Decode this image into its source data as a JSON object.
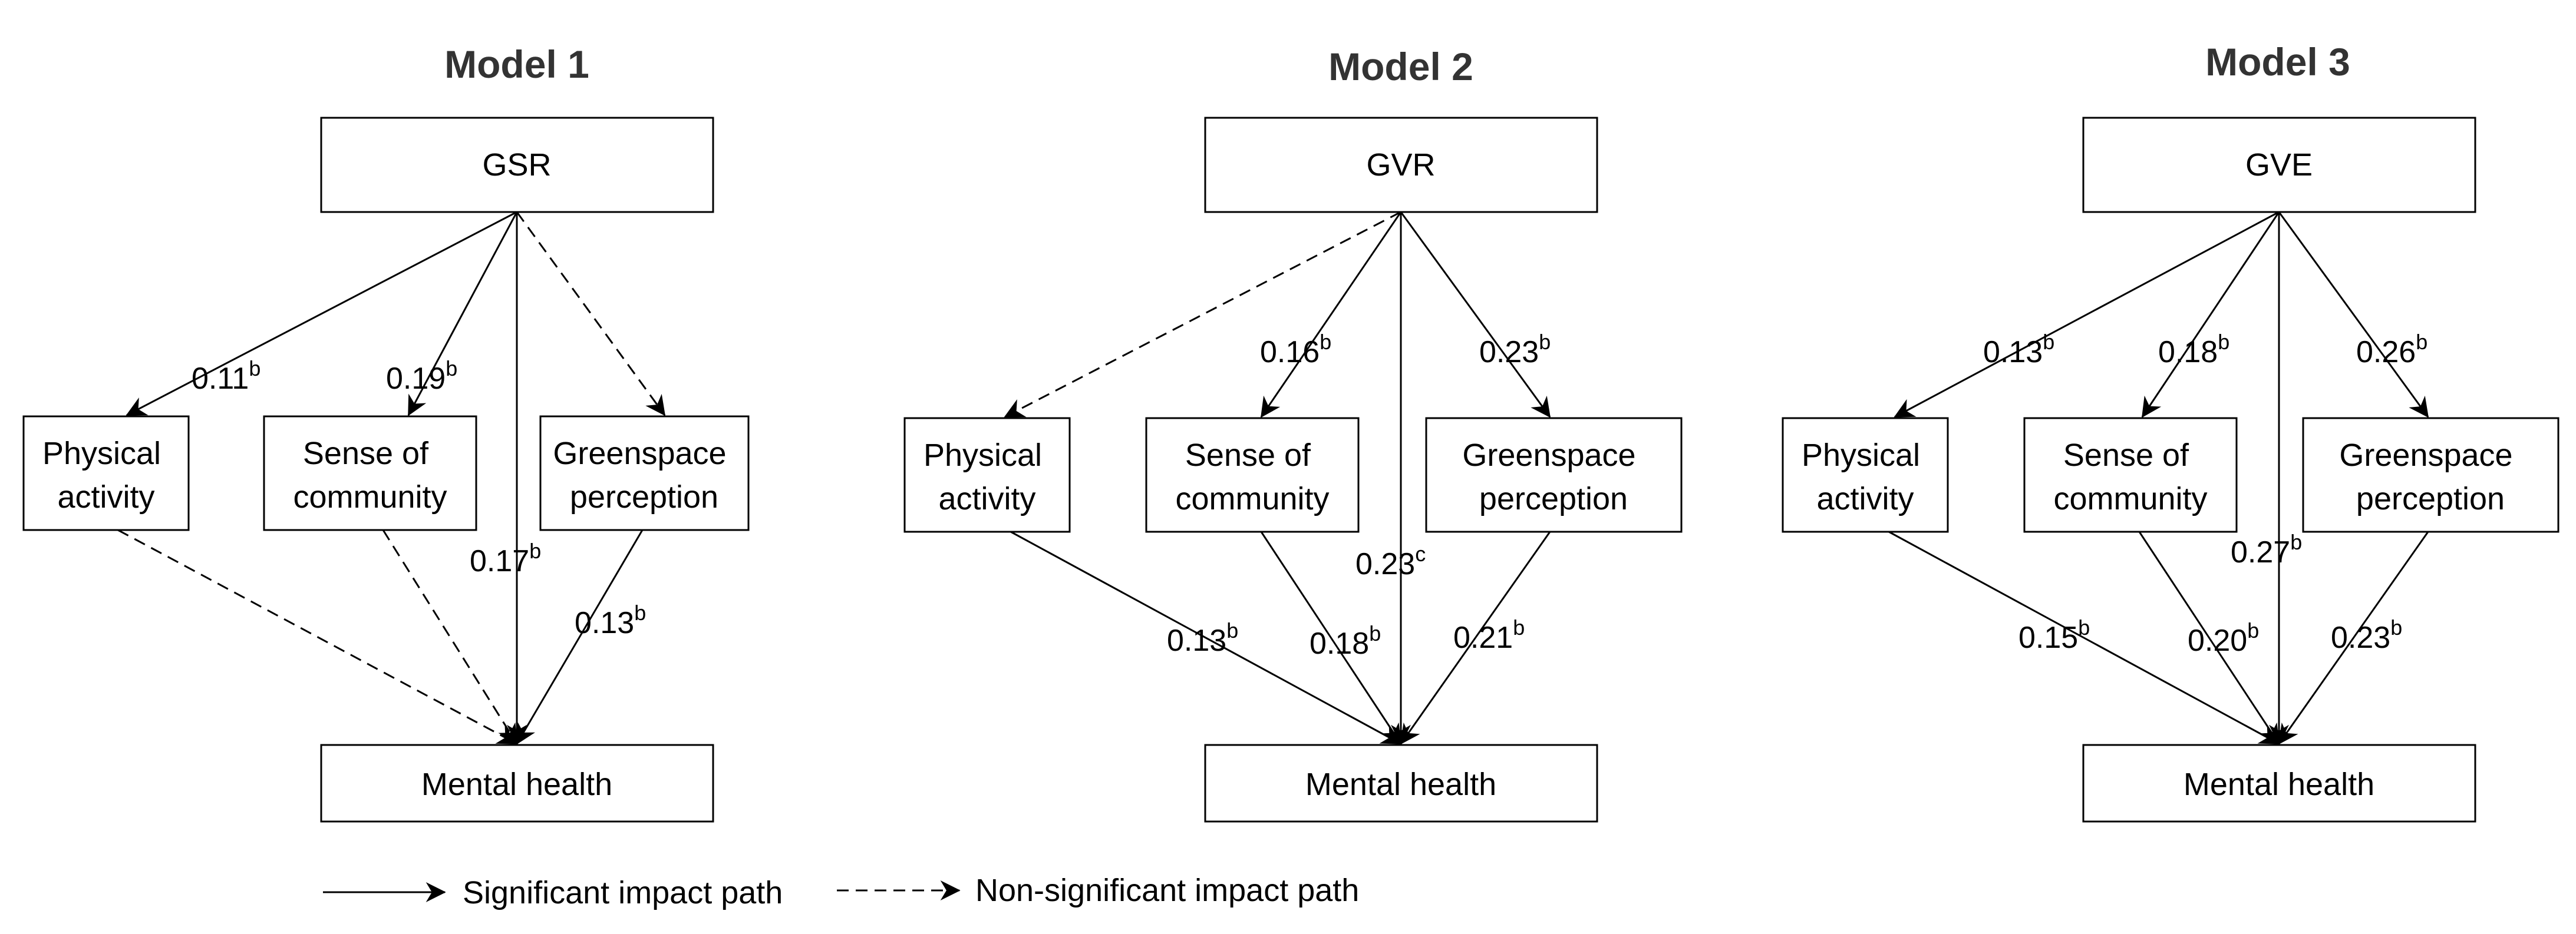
{
  "models": [
    {
      "title": "Model 1",
      "exposure": "GSR",
      "mediators": [
        {
          "line1": "Physical",
          "line2": "activity"
        },
        {
          "line1": "Sense of",
          "line2": "community"
        },
        {
          "line1": "Greenspace",
          "line2": "perception"
        }
      ],
      "outcome": "Mental health",
      "paths": {
        "exp_m1": {
          "value": "0.11",
          "sup": "b",
          "significant": true
        },
        "exp_m2": {
          "value": "0.19",
          "sup": "b",
          "significant": true
        },
        "exp_m3": {
          "value": "",
          "sup": "",
          "significant": false
        },
        "exp_out": {
          "value": "0.17",
          "sup": "b",
          "significant": true
        },
        "m1_out": {
          "value": "",
          "sup": "",
          "significant": false
        },
        "m2_out": {
          "value": "",
          "sup": "",
          "significant": false
        },
        "m3_out": {
          "value": "0.13",
          "sup": "b",
          "significant": true
        }
      }
    },
    {
      "title": "Model 2",
      "exposure": "GVR",
      "mediators": [
        {
          "line1": "Physical",
          "line2": "activity"
        },
        {
          "line1": "Sense of",
          "line2": "community"
        },
        {
          "line1": "Greenspace",
          "line2": "perception"
        }
      ],
      "outcome": "Mental health",
      "paths": {
        "exp_m1": {
          "value": "",
          "sup": "",
          "significant": false
        },
        "exp_m2": {
          "value": "0.16",
          "sup": "b",
          "significant": true
        },
        "exp_m3": {
          "value": "0.23",
          "sup": "b",
          "significant": true
        },
        "exp_out": {
          "value": "0.23",
          "sup": "c",
          "significant": true
        },
        "m1_out": {
          "value": "0.13",
          "sup": "b",
          "significant": true
        },
        "m2_out": {
          "value": "0.18",
          "sup": "b",
          "significant": true
        },
        "m3_out": {
          "value": "0.21",
          "sup": "b",
          "significant": true
        }
      }
    },
    {
      "title": "Model 3",
      "exposure": "GVE",
      "mediators": [
        {
          "line1": "Physical",
          "line2": "activity"
        },
        {
          "line1": "Sense of",
          "line2": "community"
        },
        {
          "line1": "Greenspace",
          "line2": "perception"
        }
      ],
      "outcome": "Mental health",
      "paths": {
        "exp_m1": {
          "value": "0.13",
          "sup": "b",
          "significant": true
        },
        "exp_m2": {
          "value": "0.18",
          "sup": "b",
          "significant": true
        },
        "exp_m3": {
          "value": "0.26",
          "sup": "b",
          "significant": true
        },
        "exp_out": {
          "value": "0.27",
          "sup": "b",
          "significant": true
        },
        "m1_out": {
          "value": "0.15",
          "sup": "b",
          "significant": true
        },
        "m2_out": {
          "value": "0.20",
          "sup": "b",
          "significant": true
        },
        "m3_out": {
          "value": "0.23",
          "sup": "b",
          "significant": true
        }
      }
    }
  ],
  "legend": {
    "significant": "Significant impact path",
    "nonsignificant": "Non-significant impact path"
  }
}
